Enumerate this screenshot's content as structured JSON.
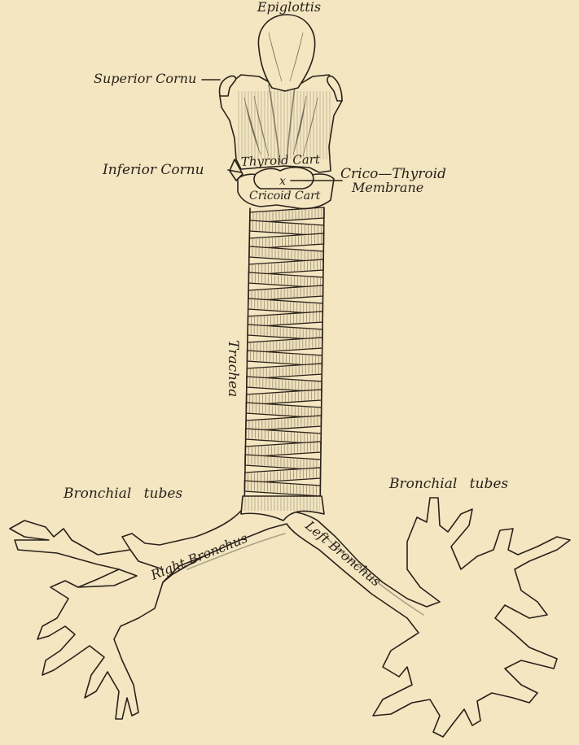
{
  "labels": {
    "epiglottis": "Epiglottis",
    "superior_cornu": "Superior Cornu",
    "inferior_cornu": "Inferior Cornu",
    "thyroid_cart": "Thyroid Cart",
    "cricoid_cart": "Cricoid Cart",
    "crico_thyroid_membrane_line1": "Crico—Thyroid",
    "crico_thyroid_membrane_line2": "Membrane",
    "membrane_mark": "x",
    "trachea": "Trachea",
    "bronchial_tubes_left": "Bronchial tubes",
    "bronchial_tubes_right": "Bronchial tubes",
    "right_bronchus": "Right Bronchus",
    "left_bronchus": "Left Bronchus"
  },
  "colors": {
    "paper": "#f3e6c1",
    "ink": "#2a211a"
  }
}
